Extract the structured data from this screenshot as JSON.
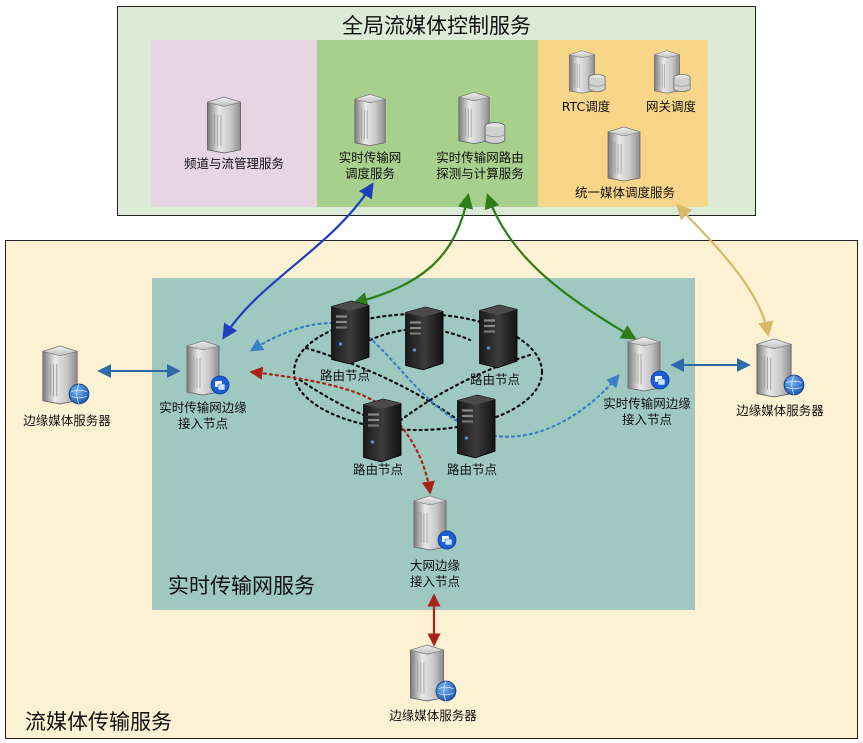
{
  "global_control": {
    "title": "全局流媒体控制服务",
    "channel_mgmt": "频道与流管理服务",
    "rtn_scheduling": [
      "实时传输网",
      "调度服务"
    ],
    "rtn_routing": [
      "实时传输网路由",
      "探测与计算服务"
    ],
    "rtc_scheduling": "RTC调度",
    "gateway_scheduling": "网关调度",
    "unified_scheduling": "统一媒体调度服务"
  },
  "transport": {
    "title": "流媒体传输服务",
    "rtn_title": "实时传输网服务",
    "edge_server_left": "边缘媒体服务器",
    "edge_server_right": "边缘媒体服务器",
    "edge_server_bottom": "边缘媒体服务器",
    "edge_node_left": [
      "实时传输网边缘",
      "接入节点"
    ],
    "edge_node_right": [
      "实时传输网边缘",
      "接入节点"
    ],
    "bignet_node": [
      "大网边缘",
      "接入节点"
    ],
    "route_nodes": [
      "路由节点",
      "路由节点",
      "路由节点",
      "路由节点"
    ]
  },
  "colors": {
    "control_bg": "#dcebd8",
    "pink_zone": "#e6d5e3",
    "green_zone": "#a8d08d",
    "orange_zone": "#f8d689",
    "transport_bg": "#fdf1d4",
    "rtn_bg": "#9fc8c1",
    "blue_arrow": "#1f3fbf",
    "green_arrow": "#2e7d1a",
    "tan_arrow": "#d8b86a",
    "red_arrow": "#a82218"
  }
}
